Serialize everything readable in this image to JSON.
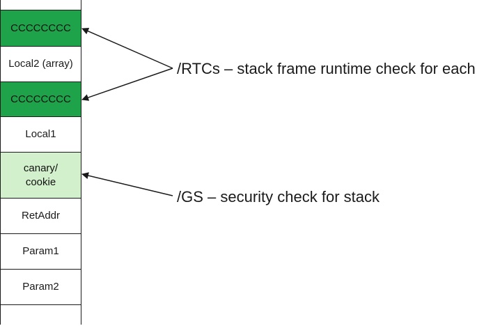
{
  "stack": {
    "cells": [
      {
        "label": "",
        "style": "white"
      },
      {
        "label": "CCCCCCCC",
        "style": "dark-green"
      },
      {
        "label": "Local2 (array)",
        "style": "white"
      },
      {
        "label": "CCCCCCCC",
        "style": "dark-green"
      },
      {
        "label": "Local1",
        "style": "white"
      },
      {
        "label": "canary/\ncookie",
        "style": "light-green"
      },
      {
        "label": "RetAddr",
        "style": "white"
      },
      {
        "label": "Param1",
        "style": "white"
      },
      {
        "label": "Param2",
        "style": "white"
      },
      {
        "label": "",
        "style": "white"
      }
    ]
  },
  "annotations": {
    "rtc": "/RTCs – stack frame runtime check for each",
    "gs": "/GS – security check for stack"
  },
  "colors": {
    "dark_green": "#1fa34a",
    "light_green": "#d3f0cc",
    "line": "#1a1a1a"
  }
}
